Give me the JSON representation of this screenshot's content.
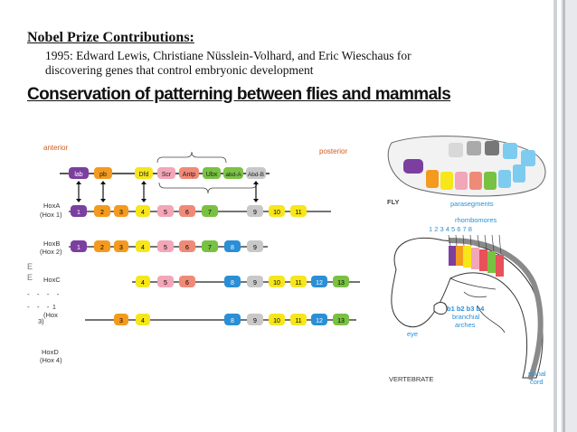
{
  "slide": {
    "title": "Nobel Prize Contributions:",
    "body_line1": "1995: Edward Lewis, Christiane Nüsslein-Volhard, and Eric Wieschaus for",
    "body_line2": "discovering genes that control embryonic development",
    "heading": "Conservation of patterning between flies and mammals"
  },
  "figure": {
    "anterior": "anterior",
    "posterior": "posterior",
    "fly_label": "FLY",
    "parasegments": "parasegments",
    "rhombomeres": "rhombomores",
    "rhombomere_numbers": "1  2 3 4 5 6 7 8",
    "branchial_label_1": "b1 b2 b3 b4",
    "branchial_label_2": "branchial",
    "branchial_label_3": "arches",
    "eye": "eye",
    "vertebrate": "VERTEBRATE",
    "spinal_1": "spinal",
    "spinal_2": "cord",
    "fly_genes": [
      "lab",
      "pb",
      "Dfd",
      "Scr",
      "Antp",
      "Ubx",
      "abd-A",
      "Abd-B"
    ],
    "clusters": [
      {
        "name": "HoxA",
        "sub": "(Hox 1)",
        "boxes": [
          "1",
          "2",
          "3",
          "4",
          "5",
          "6",
          "7",
          "9",
          "10",
          "11"
        ]
      },
      {
        "name": "HoxB",
        "sub": "(Hox 2)",
        "boxes": [
          "1",
          "2",
          "3",
          "4",
          "5",
          "6",
          "7",
          "8",
          "9"
        ]
      },
      {
        "name": "HoxC",
        "sub": "",
        "boxes": [
          "4",
          "5",
          "6",
          "8",
          "9",
          "10",
          "11",
          "12",
          "13"
        ]
      },
      {
        "name": "(Hox",
        "sub": "3)",
        "boxes": [
          "3",
          "4",
          "8",
          "9",
          "10",
          "11",
          "12",
          "13"
        ]
      },
      {
        "name": "HoxD",
        "sub": "(Hox 4)",
        "boxes": []
      }
    ],
    "colors": {
      "purple": "#7b3fa0",
      "orange": "#f39a1f",
      "yellow": "#f6e61a",
      "pink": "#f2a6b8",
      "salmon": "#f08a78",
      "green": "#79c142",
      "blue": "#2a8fd6",
      "gray": "#c8c8c8"
    }
  }
}
